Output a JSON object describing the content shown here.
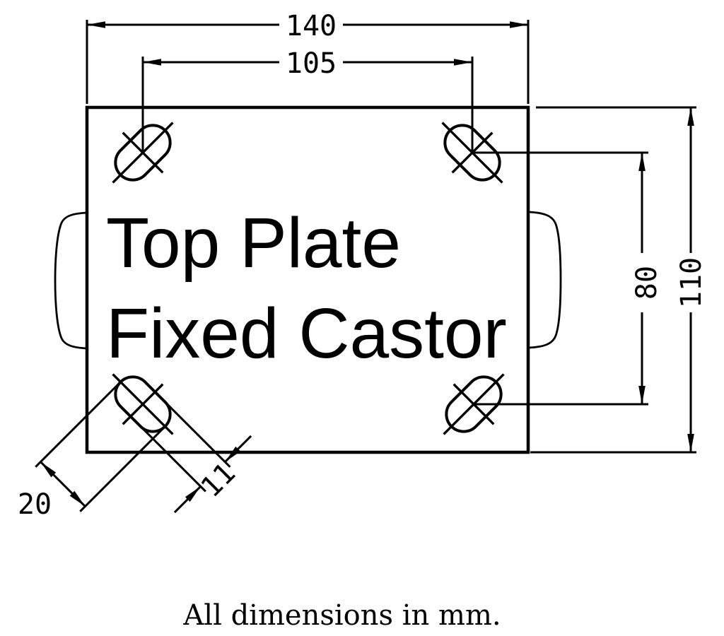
{
  "drawing": {
    "title_line1": "Top Plate",
    "title_line2": "Fixed Castor",
    "caption": "All dimensions in mm.",
    "units": "mm",
    "colors": {
      "line": "#000000",
      "background": "#ffffff"
    },
    "dimensions": {
      "plate_width_mm": "140",
      "hole_spacing_width_mm": "105",
      "hole_spacing_depth_mm": "80",
      "plate_depth_mm": "110",
      "slot_length_mm": "20",
      "slot_width_mm": "11"
    }
  }
}
